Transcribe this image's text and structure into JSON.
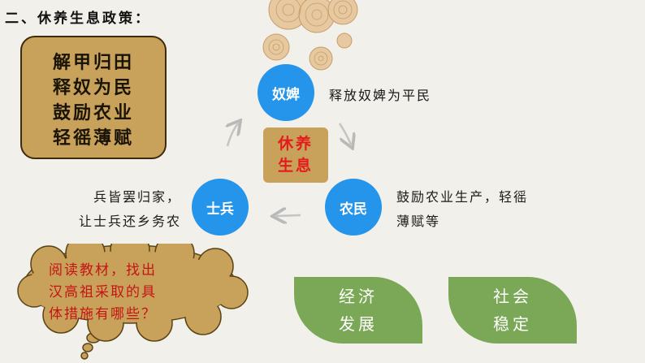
{
  "heading": "二、休养生息政策：",
  "policies": [
    "解甲归田",
    "释奴为民",
    "鼓励农业",
    "轻徭薄赋"
  ],
  "cycle": {
    "top": "奴婢",
    "right": "农民",
    "left": "士兵",
    "center": [
      "休养",
      "生息"
    ]
  },
  "descriptions": {
    "top": "释放奴婢为平民",
    "right": [
      "鼓励农业生产，轻徭",
      "薄赋等"
    ],
    "left": [
      "兵皆罢归家，",
      "让士兵还乡务农"
    ]
  },
  "question": [
    "阅读教材，找出",
    "汉高祖采取的具",
    "体措施有哪些？"
  ],
  "results": [
    [
      "经济",
      "发展"
    ],
    [
      "社会",
      "稳定"
    ]
  ],
  "colors": {
    "background": "#f2f0ea",
    "box": "#c8a15a",
    "circle": "#2495ea",
    "leaf": "#7aa856",
    "center_text": "#e51b1b"
  }
}
